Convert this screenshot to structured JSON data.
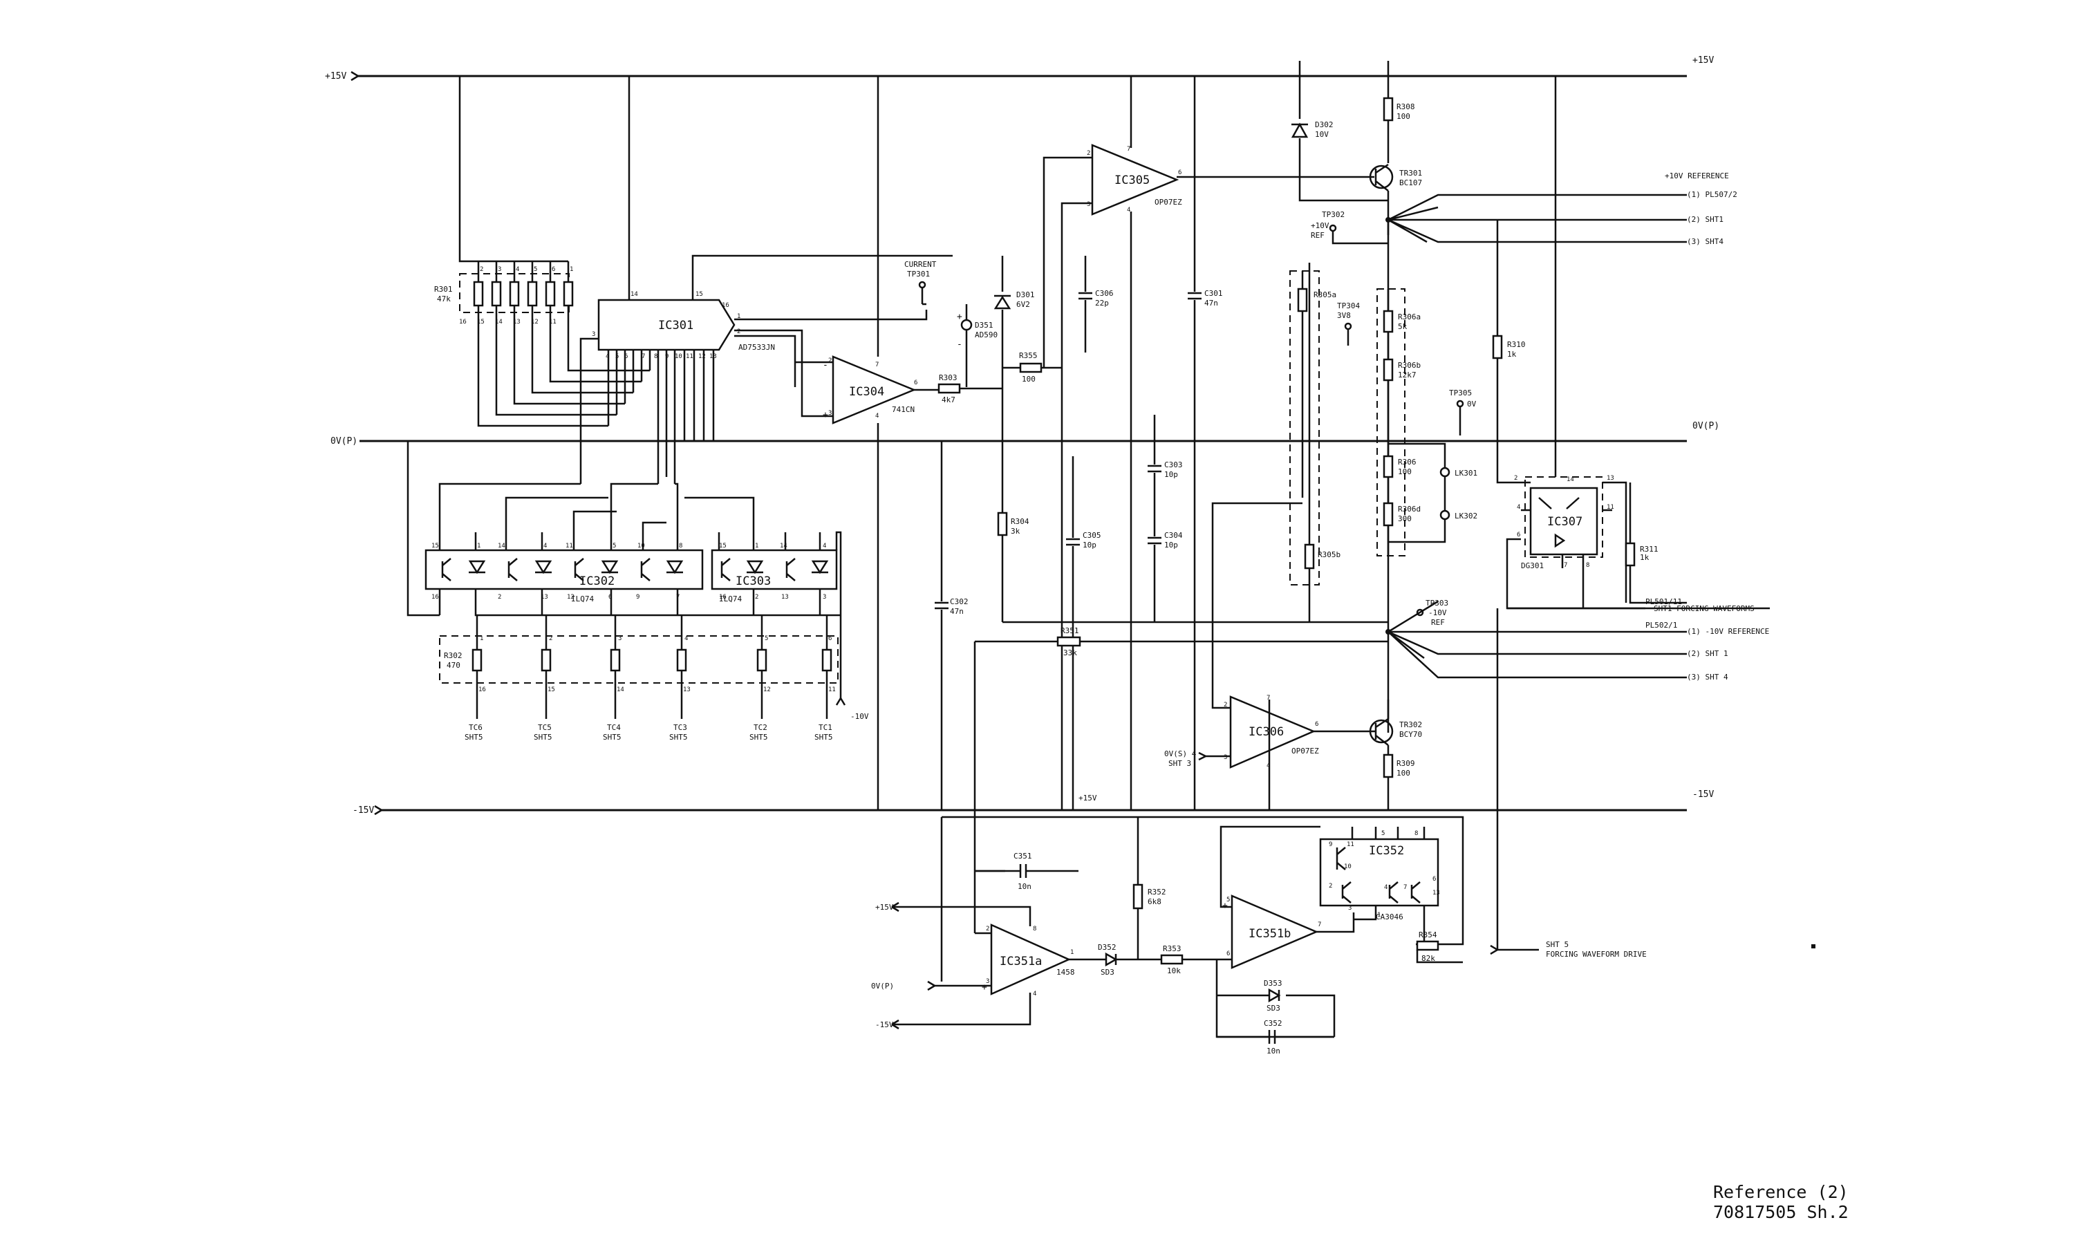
{
  "title_block": {
    "line1": "Reference (2)",
    "line2": "70817505 Sh.2"
  },
  "rails": {
    "pos15_left": "+15V",
    "pos15_right": "+15V",
    "zero_left": "0V(P)",
    "zero_right": "0V(P)",
    "neg15_left": "-15V",
    "neg15_right": "-15V",
    "pos15_mid": "+15V"
  },
  "ics": {
    "ic301": {
      "name": "IC301",
      "type": "AD7533JN"
    },
    "ic302": {
      "name": "IC302",
      "type": "ILQ74"
    },
    "ic303": {
      "name": "IC303",
      "type": "ILQ74"
    },
    "ic304": {
      "name": "IC304",
      "type": "741CN"
    },
    "ic305": {
      "name": "IC305",
      "type": "OP07EZ"
    },
    "ic306": {
      "name": "IC306",
      "type": "OP07EZ"
    },
    "ic307": {
      "name": "IC307",
      "type": "DG301"
    },
    "ic351a": {
      "name": "IC351a",
      "type": "1458"
    },
    "ic351b": {
      "name": "IC351b"
    },
    "ic352": {
      "name": "IC352",
      "type": "CA3046"
    }
  },
  "transistors": {
    "tr301": {
      "ref": "TR301",
      "type": "BC107"
    },
    "tr302": {
      "ref": "TR302",
      "type": "BCY70"
    }
  },
  "resistors": {
    "r301": {
      "ref": "R301",
      "value": "47k"
    },
    "r302": {
      "ref": "R302",
      "value": "470"
    },
    "r303": {
      "ref": "R303",
      "value": "4k7"
    },
    "r304": {
      "ref": "R304",
      "value": "3k"
    },
    "r305a": {
      "ref": "R305a"
    },
    "r305b": {
      "ref": "R305b"
    },
    "r306a": {
      "ref": "R306a",
      "value": "5k"
    },
    "r306b": {
      "ref": "R306b",
      "value": "12k7"
    },
    "r306c": {
      "ref": "R306",
      "value": "100"
    },
    "r306d": {
      "ref": "R306d",
      "value": "300"
    },
    "r308": {
      "ref": "R308",
      "value": "100"
    },
    "r309": {
      "ref": "R309",
      "value": "100"
    },
    "r310": {
      "ref": "R310",
      "value": "1k"
    },
    "r311": {
      "ref": "R311",
      "value": "1k"
    },
    "r351": {
      "ref": "R351",
      "value": "33k"
    },
    "r352": {
      "ref": "R352",
      "value": "6k8"
    },
    "r353": {
      "ref": "R353",
      "value": "10k"
    },
    "r354": {
      "ref": "R354",
      "value": "82k"
    },
    "r355": {
      "ref": "R355",
      "value": "100"
    }
  },
  "capacitors": {
    "c301": {
      "ref": "C301",
      "value": "47n"
    },
    "c302": {
      "ref": "C302",
      "value": "47n"
    },
    "c303": {
      "ref": "C303",
      "value": "10p"
    },
    "c304": {
      "ref": "C304",
      "value": "10p"
    },
    "c305": {
      "ref": "C305",
      "value": "10p"
    },
    "c306": {
      "ref": "C306",
      "value": "22p"
    },
    "c351": {
      "ref": "C351",
      "value": "10n"
    },
    "c352": {
      "ref": "C352",
      "value": "10n"
    }
  },
  "diodes": {
    "d301": {
      "ref": "D301",
      "value": "6V2"
    },
    "d302": {
      "ref": "D302",
      "value": "10V"
    },
    "d351": {
      "ref": "D351",
      "value": "AD590"
    },
    "d352": {
      "ref": "D352",
      "value": "SD3"
    },
    "d353": {
      "ref": "D353",
      "value": "SD3"
    }
  },
  "links": {
    "lk301": "LK301",
    "lk302": "LK302"
  },
  "testpoints": {
    "tp301": {
      "line1": "CURRENT",
      "line2": "TP301"
    },
    "tp302": {
      "ref": "TP302",
      "line1": "+10V",
      "line2": "REF"
    },
    "tp303": {
      "ref": "TP303",
      "line1": "-10V",
      "line2": "REF"
    },
    "tp304": {
      "ref": "TP304",
      "value": "3V8"
    },
    "tp305": {
      "ref": "TP305",
      "value": "0V"
    }
  },
  "connectors": {
    "plus10_ref": "+10V REFERENCE",
    "pl507_2": "(1) PL507/2",
    "sht1_a": "(2) SHT1",
    "sht4_a": "(3) SHT4",
    "pl501_11": "PL501/11",
    "sht1_forcing": "SHT1 FORCING WAVEFORMS",
    "pl502_1": "PL502/1",
    "minus10_ref": "(1) -10V REFERENCE",
    "sht1_b": "(2) SHT 1",
    "sht4_b": "(3) SHT 4",
    "sht5_forcing_1": "SHT 5",
    "sht5_forcing_2": "FORCING WAVEFORM DRIVE",
    "minus10v": "-10V",
    "ov_s4_1": "0V(S) 4",
    "ov_s4_2": "SHT 3",
    "ic351_pos": "+15V",
    "ic351_neg": "-15V",
    "ic351_ov": "0V(P)"
  },
  "tc_labels": [
    {
      "tc": "TC6",
      "sht": "SHT5"
    },
    {
      "tc": "TC5",
      "sht": "SHT5"
    },
    {
      "tc": "TC4",
      "sht": "SHT5"
    },
    {
      "tc": "TC3",
      "sht": "SHT5"
    },
    {
      "tc": "TC2",
      "sht": "SHT5"
    },
    {
      "tc": "TC1",
      "sht": "SHT5"
    }
  ]
}
